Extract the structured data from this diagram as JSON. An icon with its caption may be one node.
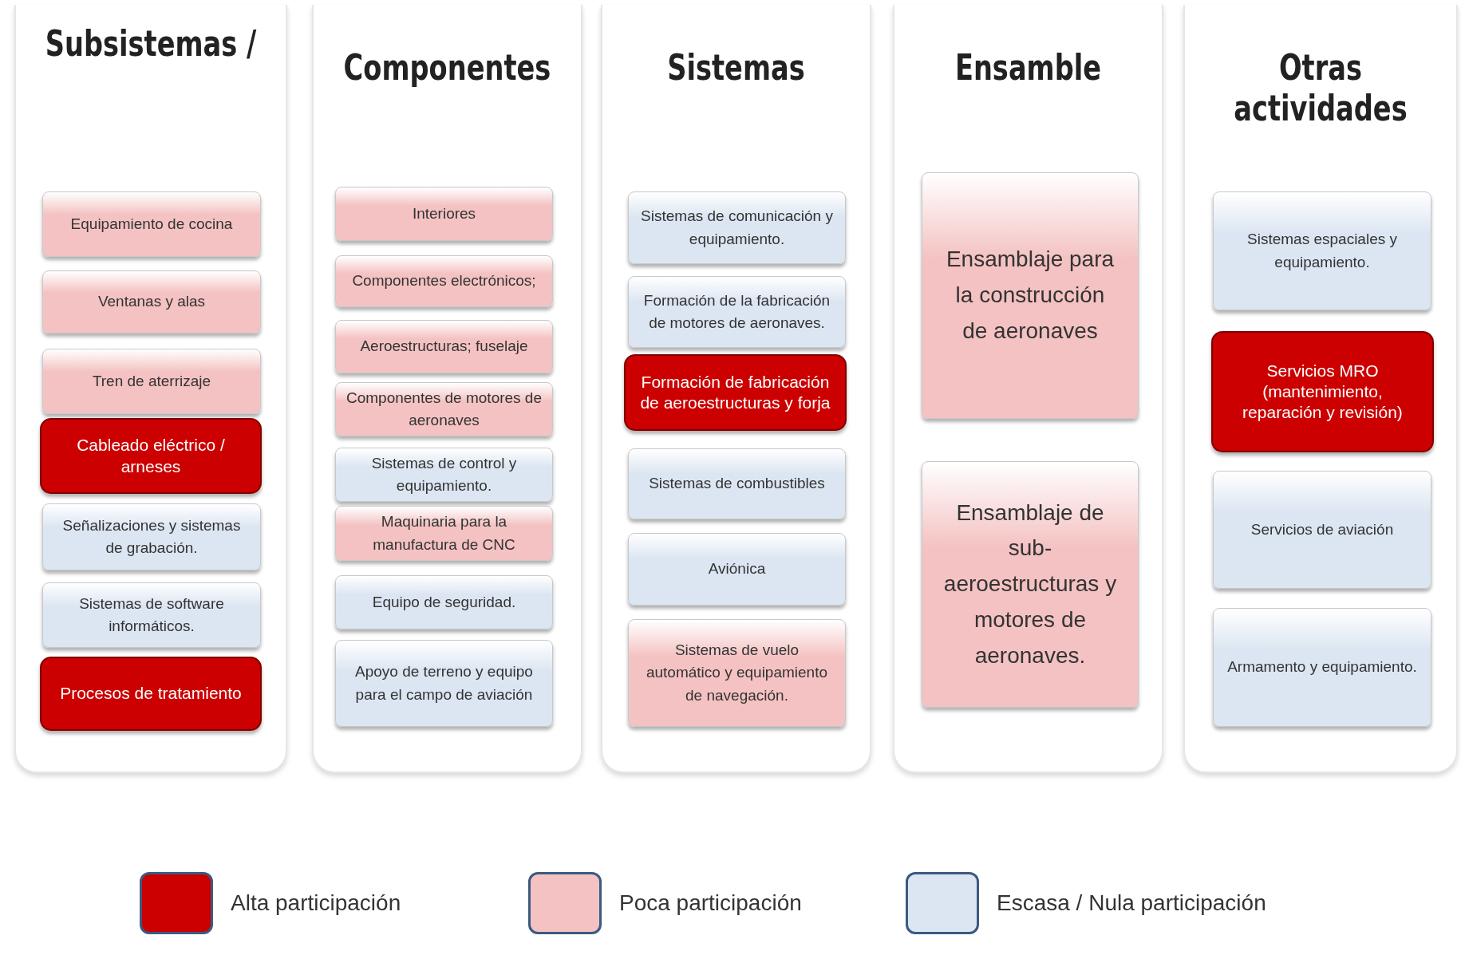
{
  "diagram": {
    "nodes": [
      {
        "text": [
          "Subsistemas /"
        ]
      },
      {
        "text": [
          "Equipamiento de cocina"
        ],
        "in": 0
      },
      {
        "text": [
          "Ventanas y alas"
        ],
        "in": 0
      },
      {
        "text": [
          "Tren de aterrizaje"
        ],
        "in": 0
      },
      {
        "text": [
          "Cableado eléctrico / arneses"
        ],
        "in": 0
      },
      {
        "text": [
          "Señalizaciones y sistemas de grabación."
        ],
        "in": 0
      },
      {
        "text": [
          "Sistemas de software informáticos."
        ],
        "in": 0
      },
      {
        "text": [
          "Procesos de tratamiento"
        ],
        "in": 0
      },
      {
        "text": [
          "Componentes"
        ]
      },
      {
        "text": [
          "Interiores"
        ],
        "in": 8
      },
      {
        "text": [
          "Componentes electrónicos;"
        ],
        "in": 8
      },
      {
        "text": [
          "Aeroestructuras; fuselaje"
        ],
        "in": 8
      },
      {
        "text": [
          "Componentes de motores de aeronaves"
        ],
        "in": 8
      },
      {
        "text": [
          "Sistemas de control y equipamiento."
        ],
        "in": 8
      },
      {
        "text": [
          "Maquinaria para la manufactura de CNC"
        ],
        "in": 8
      },
      {
        "text": [
          "Equipo de seguridad."
        ],
        "in": 8
      },
      {
        "text": [
          "Apoyo de terreno y equipo para el campo de aviación"
        ],
        "in": 8
      },
      {
        "text": [
          "Sistemas"
        ]
      },
      {
        "text": [
          "Sistemas de comunicación y equipamiento."
        ],
        "in": 17
      },
      {
        "text": [
          "Formación de la fabricación de motores de aeronaves."
        ],
        "in": 17
      },
      {
        "text": [
          "Formación de fabricación de aeroestructuras y forja"
        ],
        "in": 17
      },
      {
        "text": [
          "Sistemas de combustibles"
        ],
        "in": 17
      },
      {
        "text": [
          "Aviónica"
        ],
        "in": 17
      },
      {
        "text": [
          "Sistemas de vuelo automático y equipamiento de navegación."
        ],
        "in": 17
      },
      {
        "text": [
          "Ensamble"
        ]
      },
      {
        "text": [
          "Ensamblaje para la construcción de aeronaves"
        ],
        "in": 24
      },
      {
        "text": [
          "Ensamblaje de sub-aeroestructuras y motores de aeronaves."
        ],
        "in": 24
      },
      {
        "text": [
          "Otras actividades"
        ]
      },
      {
        "text": [
          "Sistemas espaciales y equipamiento."
        ],
        "in": 27
      },
      {
        "text": [
          "Servicios MRO (mantenimiento, reparación y revisión)"
        ],
        "in": 27
      },
      {
        "text": [
          "Servicios de aviación"
        ],
        "in": 27
      },
      {
        "text": [
          "Armamento y equipamiento."
        ],
        "in": 27
      }
    ],
    "edges": [],
    "legend": [
      {
        "text": "Alta participación",
        "color": "#cc0000"
      },
      {
        "text": "Poca participación",
        "color": "#f4c2c2"
      },
      {
        "text": "Escasa / Nula participación",
        "color": "#dce6f2"
      }
    ]
  }
}
